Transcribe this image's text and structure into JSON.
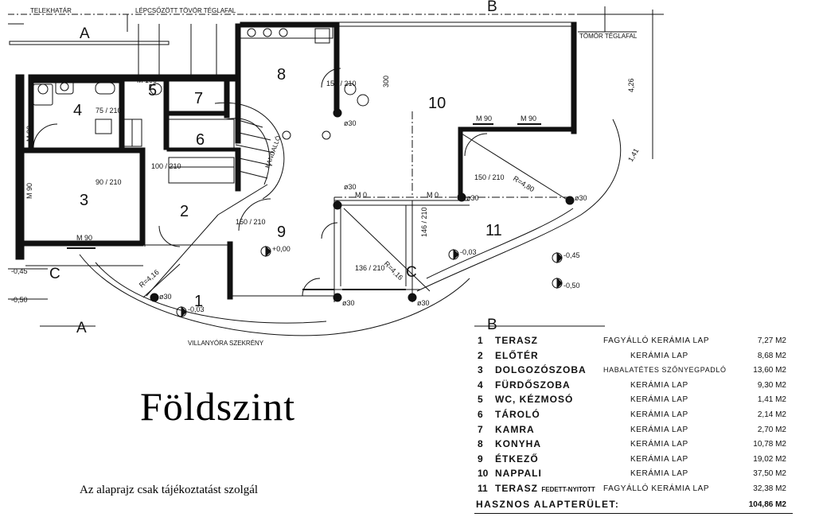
{
  "title": "Földszint",
  "note": "Az alaprajz csak tájékoztatást szolgál",
  "plan": {
    "room_numbers": [
      "1",
      "2",
      "3",
      "4",
      "5",
      "6",
      "7",
      "8",
      "9",
      "10",
      "11"
    ],
    "section_marks": [
      "A",
      "A",
      "B",
      "B",
      "C",
      "C"
    ],
    "edge_labels": [
      "TELEKHATÁR",
      "LÉPCSŐZÖTT TÖVÖR TÉGLAFAL",
      "TÖMÖR TÉGLAFAL",
      "VILLANYÓRA SZEKRÉNY",
      "KANDALLÓ"
    ],
    "levels": [
      "+0,00",
      "-0,03",
      "-0,03",
      "-0,45",
      "-0,50",
      "-0,45",
      "-0,50"
    ],
    "openings": [
      "M 90",
      "M 90",
      "M 90",
      "M 100",
      "M 90",
      "M 90",
      "M 0",
      "M 0",
      "75 / 210",
      "90 / 210",
      "150 / 210",
      "150 / 210",
      "150 / 210",
      "100 / 210",
      "146 / 210",
      "136 / 210"
    ],
    "dimensions": [
      "300",
      "4,26",
      "1,41",
      "R=4,16",
      "R=4,16",
      "R=4,80",
      "ø30",
      "ø30",
      "ø30",
      "ø30",
      "ø30",
      "ø30",
      "ø30"
    ]
  },
  "rooms": [
    {
      "no": "1",
      "name": "TERASZ",
      "floor": "FAGYÁLLÓ KERÁMIA LAP",
      "area": "7,27 M2"
    },
    {
      "no": "2",
      "name": "ELŐTÉR",
      "floor": "KERÁMIA LAP",
      "area": "8,68 M2"
    },
    {
      "no": "3",
      "name": "DOLGOZÓSZOBA",
      "floor": "HABALATÉTES SZŐNYEGPADLÓ",
      "area": "13,60 M2"
    },
    {
      "no": "4",
      "name": "FÜRDŐSZOBA",
      "floor": "KERÁMIA LAP",
      "area": "9,30 M2"
    },
    {
      "no": "5",
      "name": "WC, KÉZMOSÓ",
      "floor": "KERÁMIA LAP",
      "area": "1,41 M2"
    },
    {
      "no": "6",
      "name": "TÁROLÓ",
      "floor": "KERÁMIA LAP",
      "area": "2,14 M2"
    },
    {
      "no": "7",
      "name": "KAMRA",
      "floor": "KERÁMIA LAP",
      "area": "2,70 M2"
    },
    {
      "no": "8",
      "name": "KONYHA",
      "floor": "KERÁMIA LAP",
      "area": "10,78 M2"
    },
    {
      "no": "9",
      "name": "ÉTKEZŐ",
      "floor": "KERÁMIA LAP",
      "area": "19,02 M2"
    },
    {
      "no": "10",
      "name": "NAPPALI",
      "floor": "KERÁMIA LAP",
      "area": "37,50 M2"
    },
    {
      "no": "11",
      "name": "TERASZ",
      "name_suffix": "FEDETT-NYITOTT",
      "floor": "FAGYÁLLÓ KERÁMIA LAP",
      "area": "32,38 M2"
    }
  ],
  "total": {
    "label": "HASZNOS ALAPTERÜLET:",
    "area": "104,86 M2"
  }
}
